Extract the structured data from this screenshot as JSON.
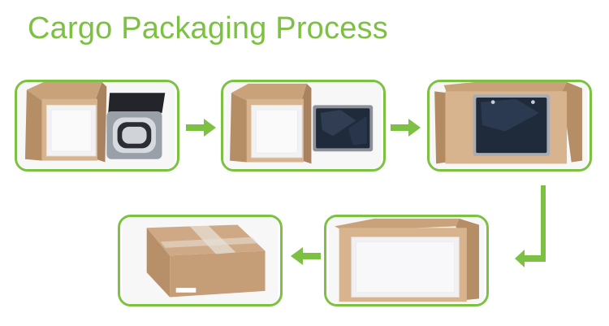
{
  "title": "Cargo Packaging Process",
  "steps": [
    {
      "id": 1,
      "image": "open-carton-with-foam-and-metal-frame"
    },
    {
      "id": 2,
      "image": "open-carton-with-foam-and-plastic-wrapped-panel"
    },
    {
      "id": 3,
      "image": "wrapped-panel-placed-in-carton"
    },
    {
      "id": 4,
      "image": "foam-sheet-covering-panel-in-carton"
    },
    {
      "id": 5,
      "image": "sealed-taped-carton"
    }
  ],
  "colors": {
    "accent": "#7dc142",
    "cardboard": "#c9a37a",
    "foam": "#f4f4f6",
    "panel": "#1f2a3a"
  },
  "arrow_icon": "green-arrow-icon"
}
